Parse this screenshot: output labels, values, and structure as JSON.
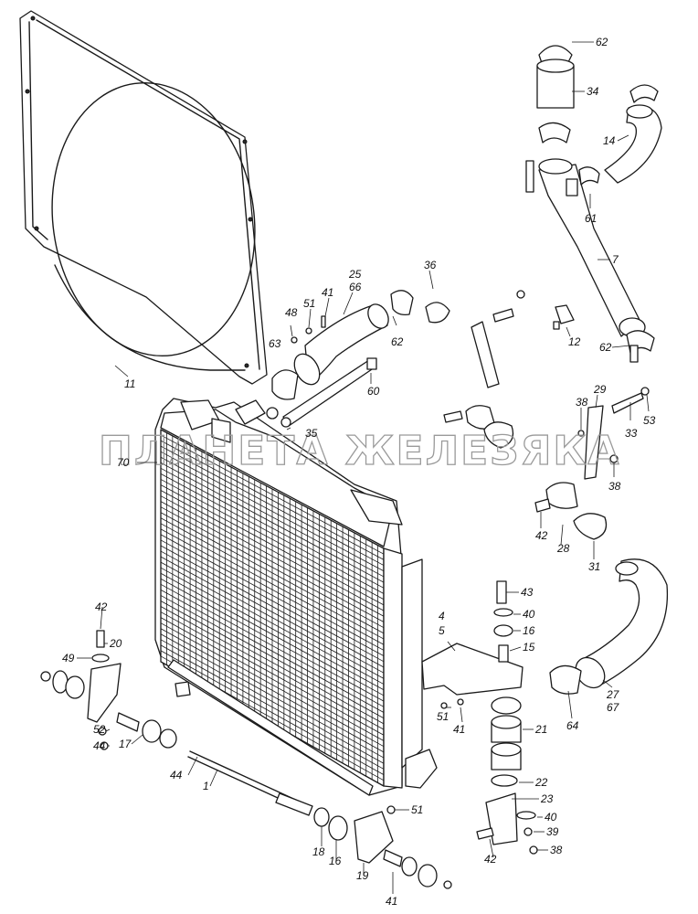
{
  "watermark": "ПЛАНЕТА ЖЕЛЕЗЯКА",
  "colors": {
    "ink": "#1a1a1a",
    "background": "#ffffff",
    "watermark": "#9a9a9a"
  },
  "labels": {
    "l62a": "62",
    "l34": "34",
    "l14": "14",
    "l61": "61",
    "l7": "7",
    "l11": "11",
    "l25": "25",
    "l66": "66",
    "l36": "36",
    "l41a": "41",
    "l51a": "51",
    "l48": "48",
    "l63": "63",
    "l62b": "62",
    "l60": "60",
    "l35": "35",
    "l12": "12",
    "l62c": "62",
    "l29": "29",
    "l38a": "38",
    "l33": "33",
    "l53": "53",
    "l38b": "38",
    "l70": "70",
    "l42a": "42",
    "l28": "28",
    "l31": "31",
    "l43": "43",
    "l40a": "40",
    "l16a": "16",
    "l15": "15",
    "l4": "4",
    "l5": "5",
    "l27": "27",
    "l67": "67",
    "l64": "64",
    "l51b": "51",
    "l41b": "41",
    "l21": "21",
    "l22": "22",
    "l23": "23",
    "l40b": "40",
    "l39": "39",
    "l42b": "42",
    "l38c": "38",
    "l42c": "42",
    "l20": "20",
    "l49": "49",
    "l52": "52",
    "l44a": "44",
    "l17": "17",
    "l44b": "44",
    "l1": "1",
    "l51c": "51",
    "l18": "18",
    "l16b": "16",
    "l19": "19",
    "l41c": "41"
  }
}
